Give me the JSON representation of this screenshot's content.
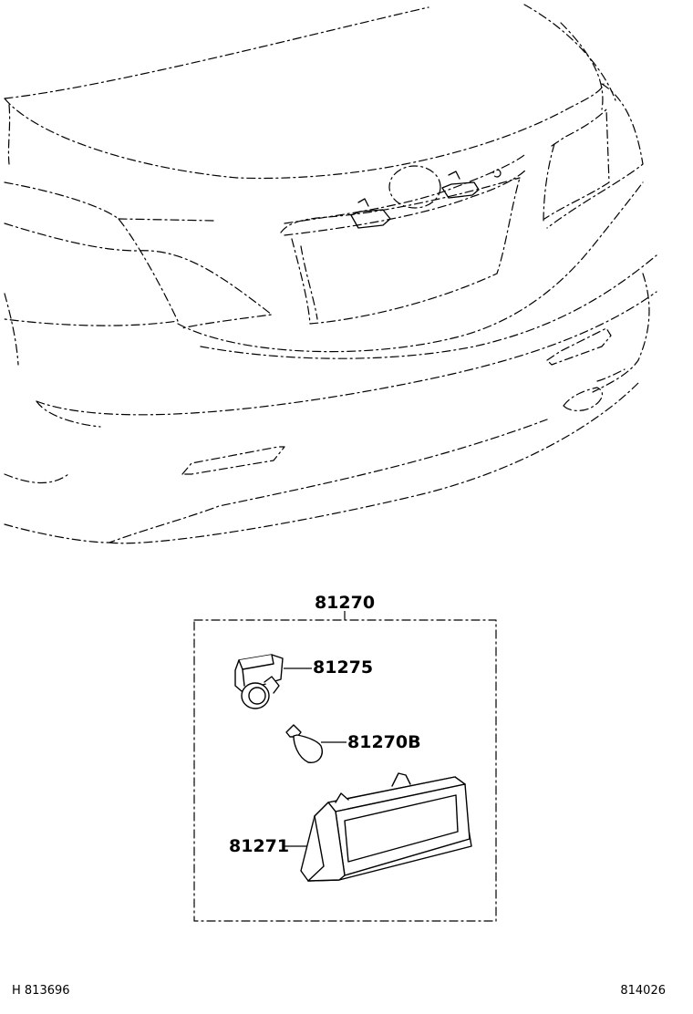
{
  "assembly_label": "81270",
  "parts": {
    "socket": "81275",
    "bulb": "81270B",
    "lens": "81271"
  },
  "footer": {
    "left_ref": "H 813696",
    "right_ref": "814026"
  }
}
